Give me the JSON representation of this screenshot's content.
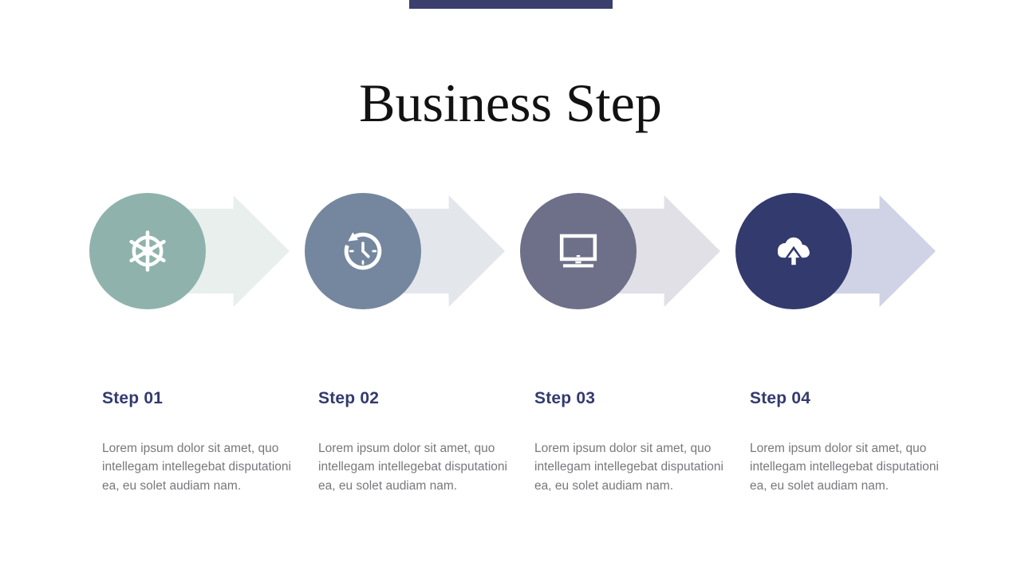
{
  "slide": {
    "title": "Business Step",
    "background_color": "#FFFFFF",
    "accent_bar_color": "#3A3F6E",
    "title_color": "#121212",
    "heading_color": "#333A6E",
    "body_text_color": "#77787B",
    "icon_color": "#FFFFFF"
  },
  "steps": [
    {
      "label": "Step 01",
      "icon": "ship-wheel-icon",
      "circle_color": "#8FB3AC",
      "arrow_color": "#E9EFEC",
      "description": "Lorem ipsum dolor sit amet, quo intellegam intellegebat disputationi ea, eu solet audiam nam."
    },
    {
      "label": "Step 02",
      "icon": "history-clock-icon",
      "circle_color": "#74879E",
      "arrow_color": "#E3E7EC",
      "description": "Lorem ipsum dolor sit amet, quo intellegam intellegebat disputationi ea, eu solet audiam nam."
    },
    {
      "label": "Step 03",
      "icon": "monitor-icon",
      "circle_color": "#6E7089",
      "arrow_color": "#E0E0E6",
      "description": "Lorem ipsum dolor sit amet, quo intellegam intellegebat disputationi ea, eu solet audiam nam."
    },
    {
      "label": "Step 04",
      "icon": "cloud-upload-icon",
      "circle_color": "#333A6E",
      "arrow_color": "#D0D2E6",
      "description": "Lorem ipsum dolor sit amet, quo intellegam intellegebat disputationi ea, eu solet audiam nam."
    }
  ]
}
